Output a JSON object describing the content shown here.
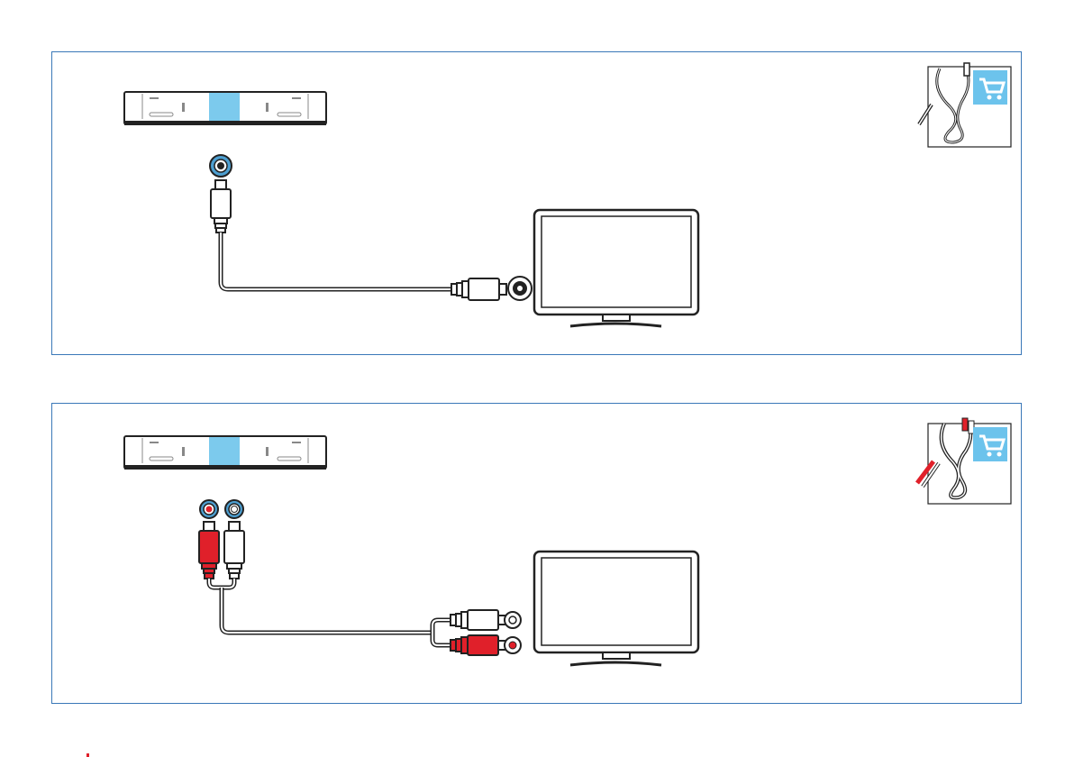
{
  "diagrams": [
    {
      "connection": "coaxial",
      "soundbar_ports": [
        "black"
      ],
      "tv_ports": [
        "black"
      ],
      "cable_accessory_icon": "coaxial-cable-icon",
      "shop_icon": "shopping-cart-icon"
    },
    {
      "connection": "analog-rca",
      "soundbar_ports": [
        "red",
        "white"
      ],
      "tv_ports": [
        "white",
        "red"
      ],
      "cable_accessory_icon": "rca-cable-icon",
      "shop_icon": "shopping-cart-icon"
    }
  ],
  "colors": {
    "frame": "#3a78b8",
    "highlight": "#7ccaed",
    "port_ring": "#4d9fd1",
    "red_plug": "#e0202a",
    "cart_tile": "#6cc3ec"
  }
}
